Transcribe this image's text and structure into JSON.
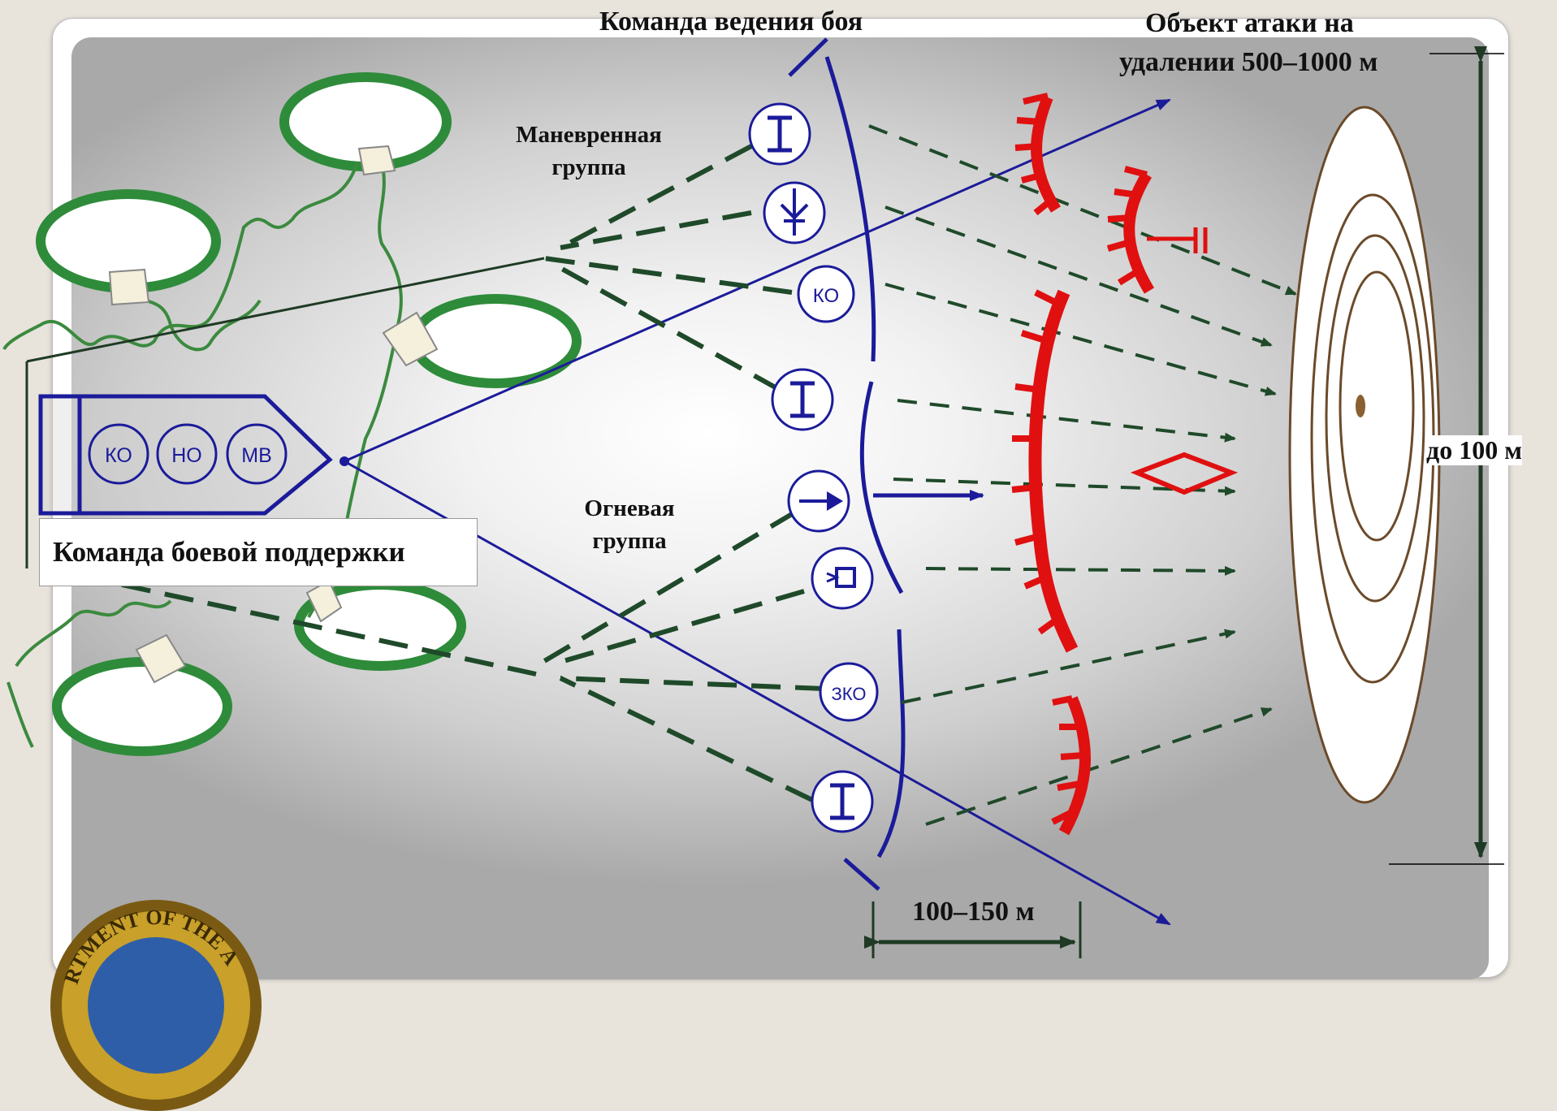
{
  "labels": {
    "battle_team": "Команда ведения боя",
    "target_line1": "Объект атаки на",
    "target_line2": "удалении 500–1000 м",
    "maneuver_line1": "Маневренная",
    "maneuver_line2": "группа",
    "fire_line1": "Огневая",
    "fire_line2": "группа",
    "support_team": "Команда боевой поддержки",
    "distance_100_150": "100–150 м",
    "depth_100": "до 100 м"
  },
  "unit_circles": {
    "ko_mid": "КО",
    "zko": "ЗКО",
    "cmd_ko": "КО",
    "cmd_no": "НО",
    "cmd_mv": "МВ"
  },
  "seal": {
    "text": "RTMENT OF THE A"
  },
  "colors": {
    "friendly_blue": "#1b1b9a",
    "enemy_red": "#e01010",
    "route_green": "#1f4a2a",
    "terrain_green": "#2e8b3a",
    "target_brown": "#6b4a2a"
  },
  "icons": [
    "atgm-icon",
    "grenade-launcher-icon",
    "machine-gun-icon",
    "mortar-icon",
    "tank-icon",
    "flag-icon"
  ]
}
